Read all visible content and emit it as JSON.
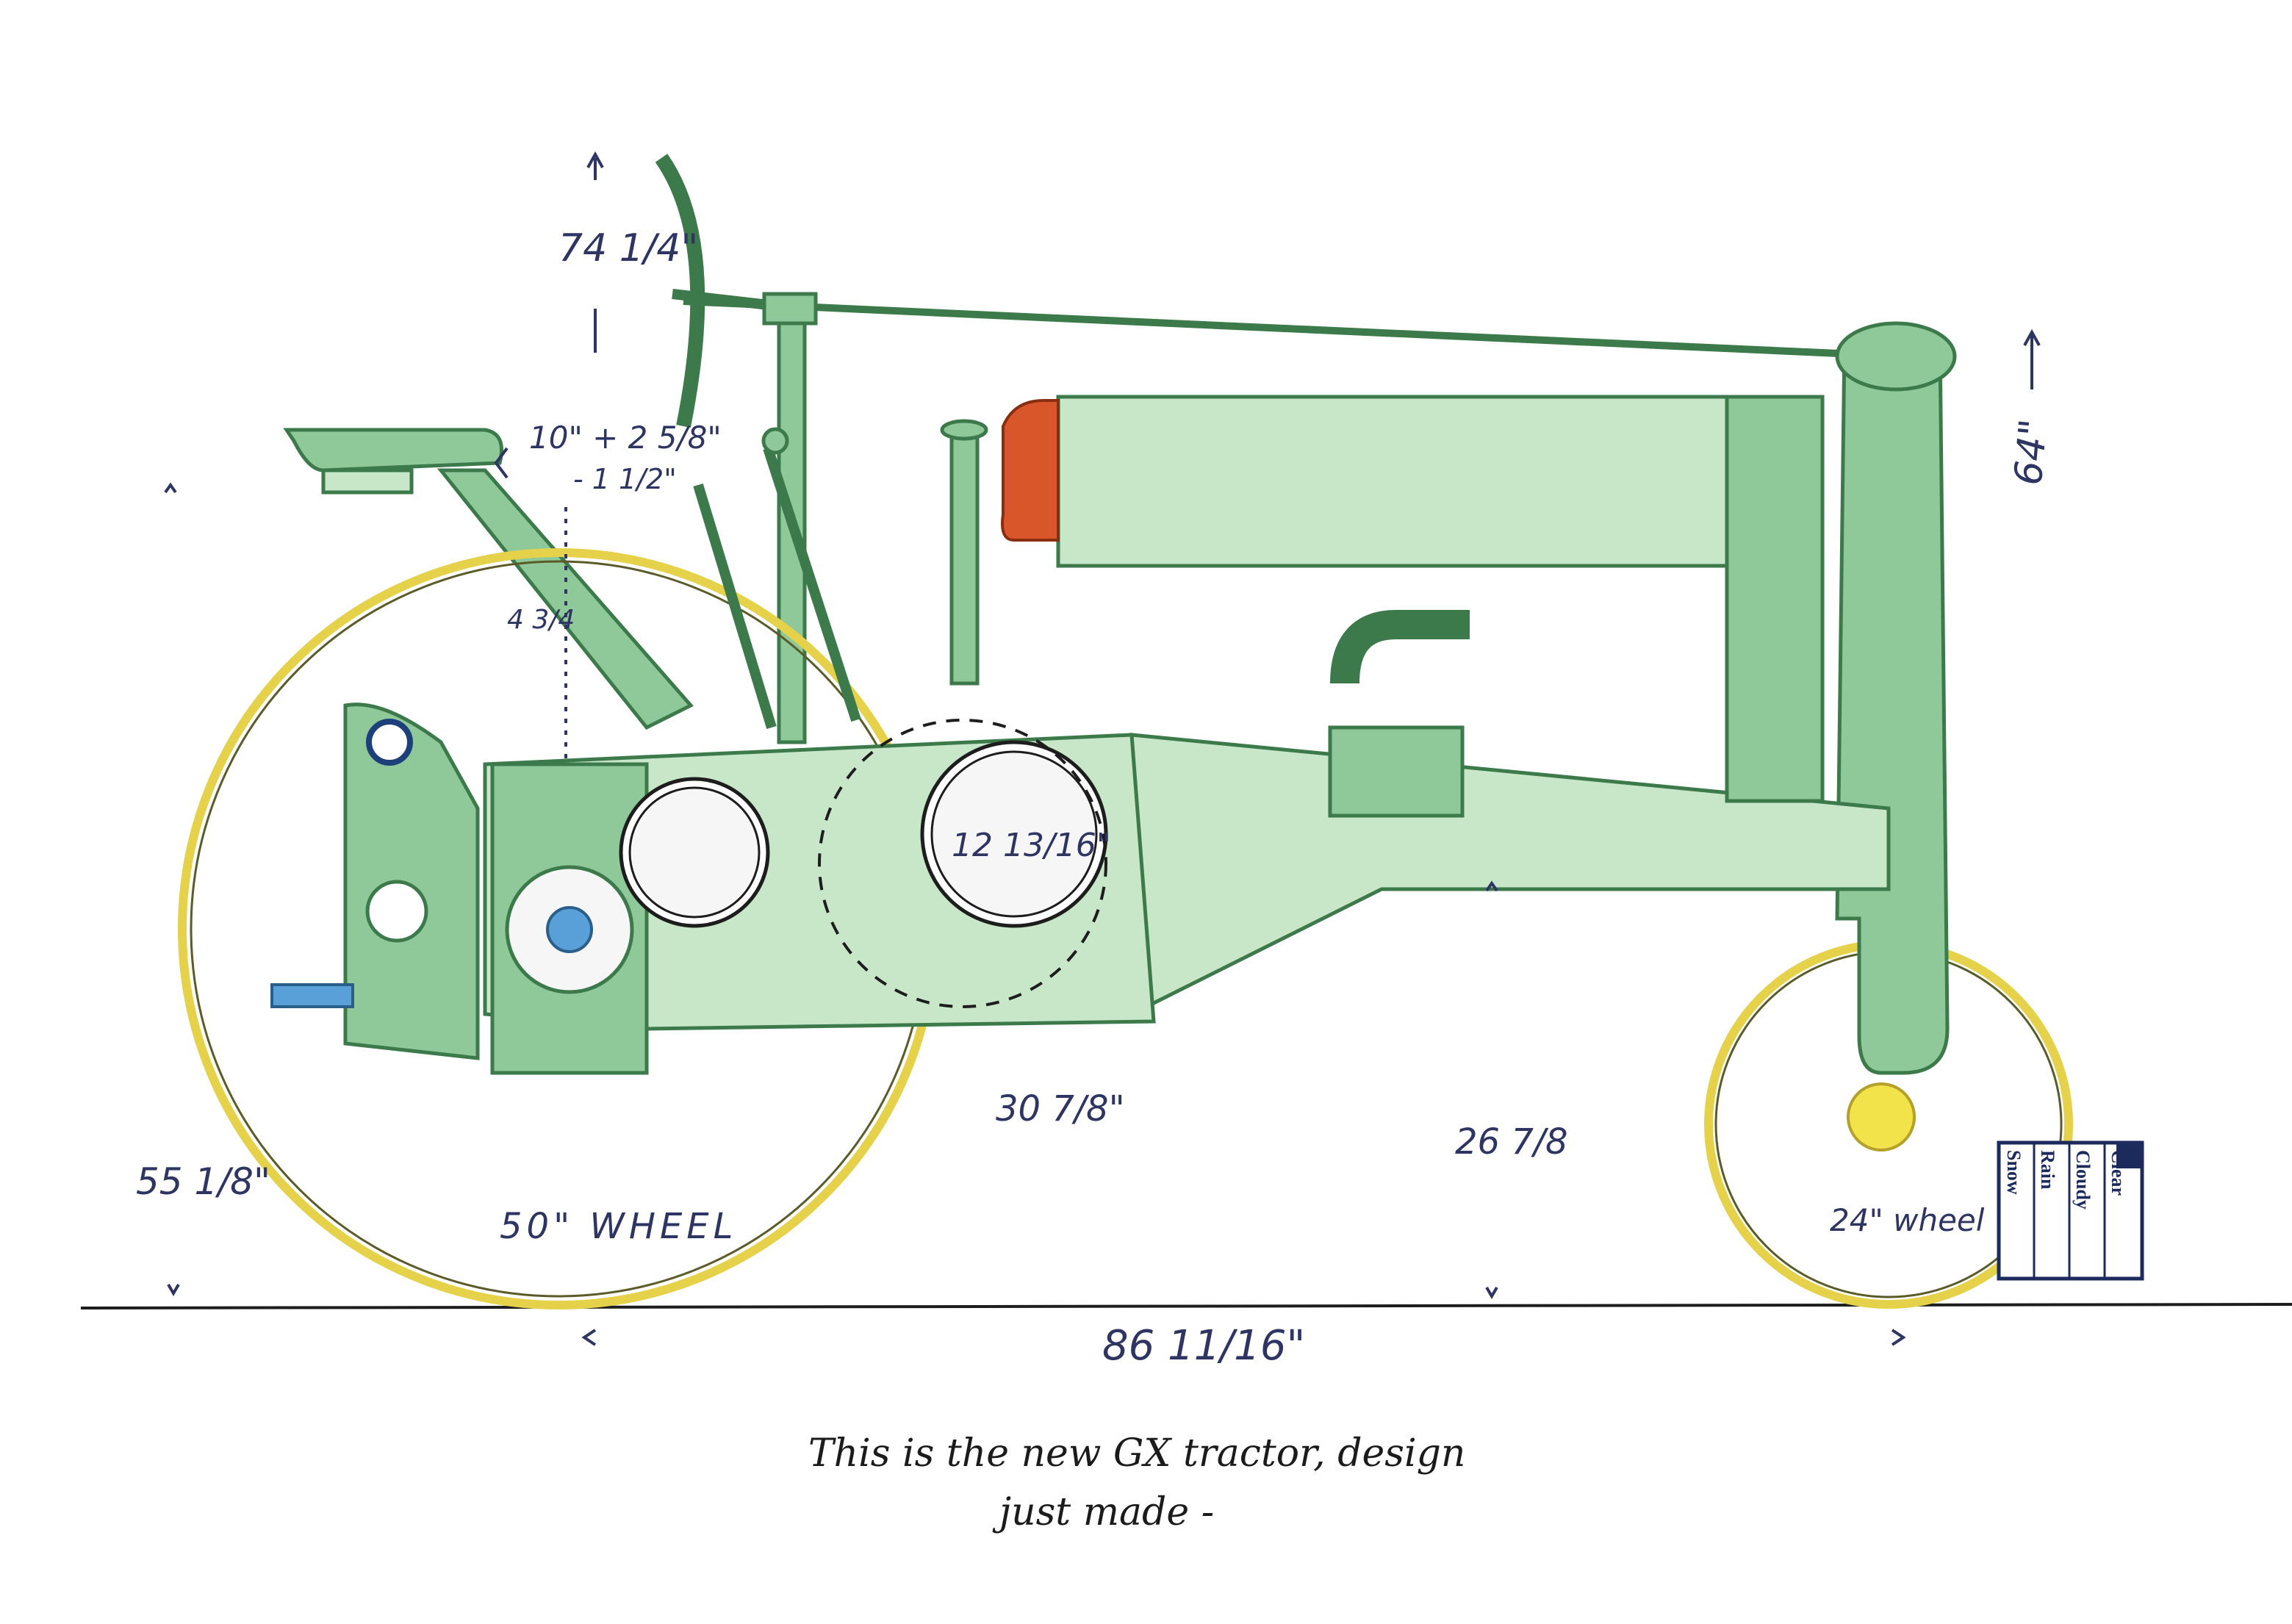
{
  "diagram": {
    "subject": "tractor side elevation sketch",
    "colors": {
      "body_green": "#8fc99a",
      "wheel_yellow": "#e6d24a",
      "fuel_cap_orange": "#d9562a",
      "ink_blue": "#2e3563",
      "pto_blue": "#5aa0d8"
    },
    "dimensions": {
      "height_steering": "74 1/4\"",
      "height_radiator": "64\"",
      "seat_offset_main": "10\" + 2 5/8\"",
      "seat_offset_sub": "- 1 1/2\"",
      "seat_drop": "4 3/4",
      "rear_axle_height": "55 1/8\"",
      "belly_clearance": "30 7/8\"",
      "front_clearance": "26 7/8",
      "pulley_dia": "12 13/16\"",
      "wheelbase": "86 11/16\""
    },
    "labels": {
      "rear_wheel": "50\" WHEEL",
      "front_wheel": "24\" wheel"
    },
    "note_line1": "This is the new GX tractor, design",
    "note_line2": "just made -"
  },
  "weather_stamp": {
    "options": [
      "Clear",
      "Cloudy",
      "Rain",
      "Snow"
    ]
  }
}
